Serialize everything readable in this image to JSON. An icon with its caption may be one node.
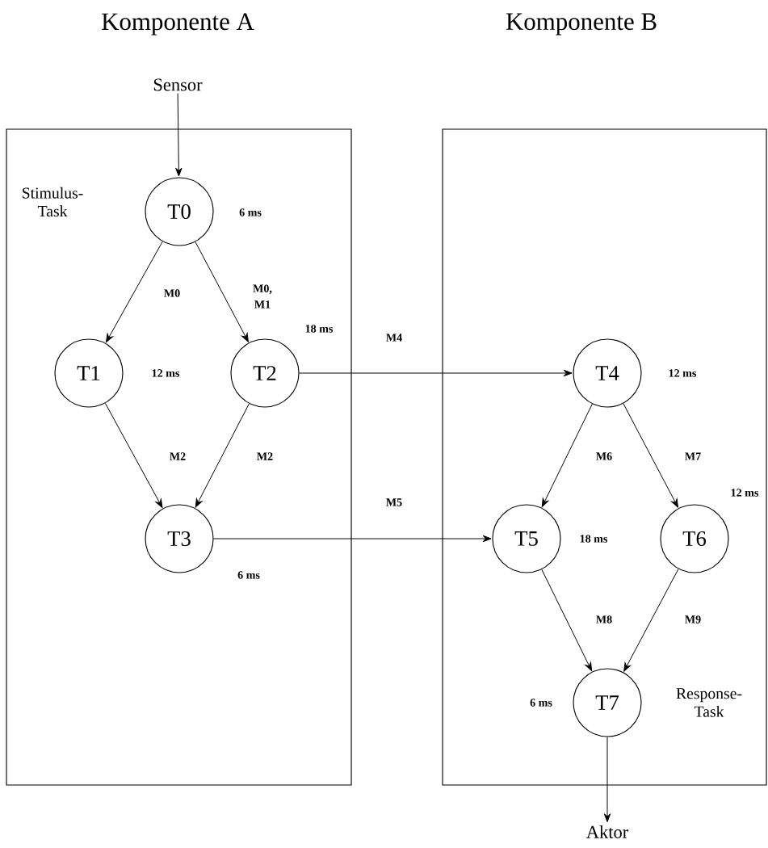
{
  "diagram": {
    "nodes": [
      {
        "text": [
          "Komponente A"
        ]
      },
      {
        "text": [
          "Komponente B"
        ]
      },
      {
        "text": [
          "Sensor"
        ]
      },
      {
        "text": [
          "T0"
        ],
        "in": 0,
        "beside": [
          "Stimulus-Task",
          "6 ms"
        ]
      },
      {
        "text": [
          "T1"
        ],
        "in": 0,
        "beside": [
          "12 ms"
        ]
      },
      {
        "text": [
          "T2"
        ],
        "in": 0,
        "beside": [
          "18 ms"
        ]
      },
      {
        "text": [
          "T3"
        ],
        "in": 0,
        "beside": [
          "6 ms"
        ]
      },
      {
        "text": [
          "T4"
        ],
        "in": 1,
        "beside": [
          "12 ms"
        ]
      },
      {
        "text": [
          "T5"
        ],
        "in": 1,
        "beside": [
          "18 ms"
        ]
      },
      {
        "text": [
          "T6"
        ],
        "in": 1,
        "beside": [
          "12 ms"
        ]
      },
      {
        "text": [
          "T7"
        ],
        "in": 1,
        "beside": [
          "6 ms",
          "Response-Task"
        ]
      },
      {
        "text": [
          "Aktor"
        ]
      }
    ],
    "edges": [
      {
        "from": 2,
        "to": 3,
        "arrow": "to"
      },
      {
        "from": 3,
        "to": 4,
        "arrow": "to",
        "label": "M0"
      },
      {
        "from": 3,
        "to": 5,
        "arrow": "to",
        "label": "M0, M1"
      },
      {
        "from": 4,
        "to": 6,
        "arrow": "to",
        "label": "M2"
      },
      {
        "from": 5,
        "to": 6,
        "arrow": "to",
        "label": "M2"
      },
      {
        "from": 5,
        "to": 7,
        "arrow": "to",
        "label": "M4"
      },
      {
        "from": 6,
        "to": 8,
        "arrow": "to",
        "label": "M5"
      },
      {
        "from": 7,
        "to": 8,
        "arrow": "to",
        "label": "M6"
      },
      {
        "from": 7,
        "to": 9,
        "arrow": "to",
        "label": "M7"
      },
      {
        "from": 8,
        "to": 10,
        "arrow": "to",
        "label": "M8"
      },
      {
        "from": 9,
        "to": 10,
        "arrow": "to",
        "label": "M9"
      },
      {
        "from": 10,
        "to": 11,
        "arrow": "to"
      }
    ]
  }
}
